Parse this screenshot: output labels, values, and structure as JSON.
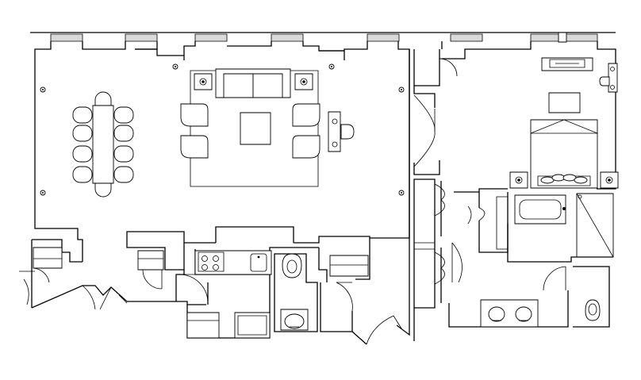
{
  "plan": {
    "kind": "architectural-floor-plan",
    "text_labels": [],
    "line_color": "#000000",
    "background": "#ffffff",
    "window_fill": "#d9d9d9",
    "rooms": [
      "living-dining",
      "kitchen",
      "powder-room",
      "closet",
      "bedroom",
      "master-bathroom",
      "walk-in-closet",
      "entry-hall"
    ]
  }
}
